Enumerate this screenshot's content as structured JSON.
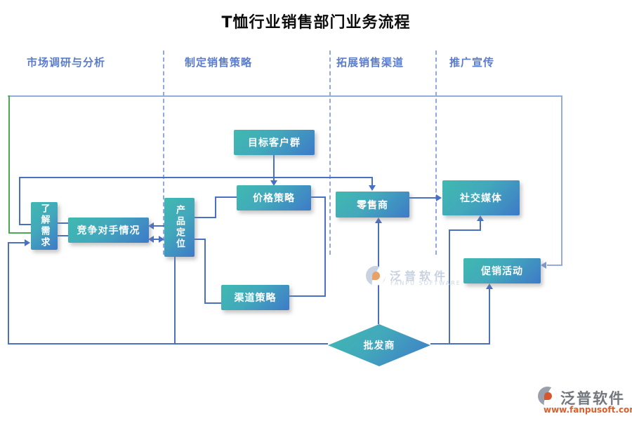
{
  "title": "T恤行业销售部门业务流程",
  "lanes": [
    {
      "label": "市场调研与分析"
    },
    {
      "label": "制定销售策略"
    },
    {
      "label": "拓展销售渠道"
    },
    {
      "label": "推广宣传"
    }
  ],
  "nodes": {
    "understand_needs": {
      "label": "了解需求"
    },
    "competitor_analysis": {
      "label": "竞争对手情况"
    },
    "product_positioning": {
      "label": "产品定位"
    },
    "target_customers": {
      "label": "目标客户群"
    },
    "price_strategy": {
      "label": "价格策略"
    },
    "channel_strategy": {
      "label": "渠道策略"
    },
    "retailer": {
      "label": "零售商"
    },
    "social_media": {
      "label": "社交媒体"
    },
    "promotion_activity": {
      "label": "促销活动"
    },
    "wholesaler": {
      "label": "批发商"
    }
  },
  "watermark": {
    "brand": "泛普软件",
    "brand_en": "FANPU SOFTWARE"
  },
  "footer": {
    "brand": "泛普软件",
    "website": "www.fanpusoft.com"
  },
  "colors": {
    "node_gradient_start": "#3fbab0",
    "node_gradient_end": "#3e7ac8",
    "connector": "#4a70c4",
    "connector_light": "#93abe0",
    "feedback_green": "#4aa850",
    "lane_label": "#5b7ccb"
  }
}
